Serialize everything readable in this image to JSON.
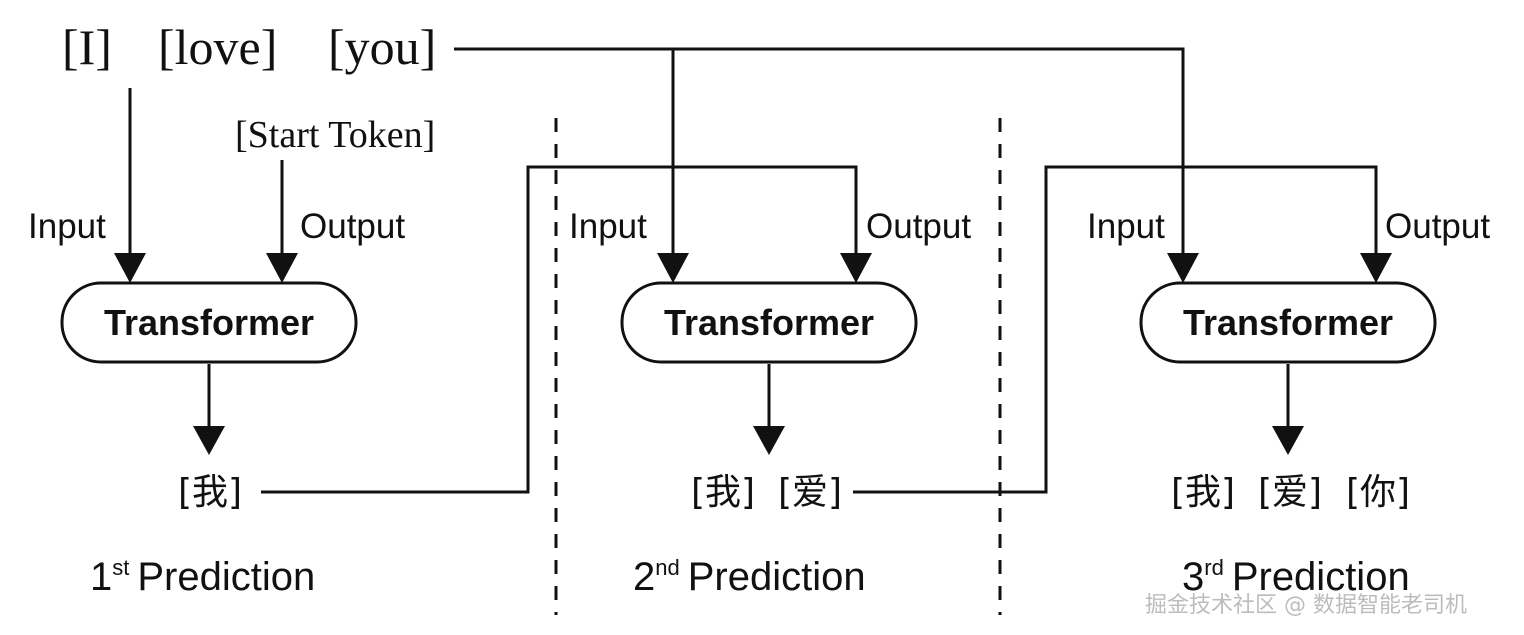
{
  "source_tokens": [
    "[I]",
    "[love]",
    "[you]"
  ],
  "start_token": "[Start Token]",
  "input_label": "Input",
  "output_label": "Output",
  "transformer_label": "Transformer",
  "predictions": [
    {
      "number": "1",
      "suffix": "st",
      "text": "Prediction",
      "output_tokens": [
        "[我]"
      ]
    },
    {
      "number": "2",
      "suffix": "nd",
      "text": "Prediction",
      "output_tokens": [
        "[我]",
        "[爱]"
      ]
    },
    {
      "number": "3",
      "suffix": "rd",
      "text": "Prediction",
      "output_tokens": [
        "[我]",
        "[爱]",
        "[你]"
      ]
    }
  ],
  "watermark": "掘金技术社区 @ 数据智能老司机"
}
